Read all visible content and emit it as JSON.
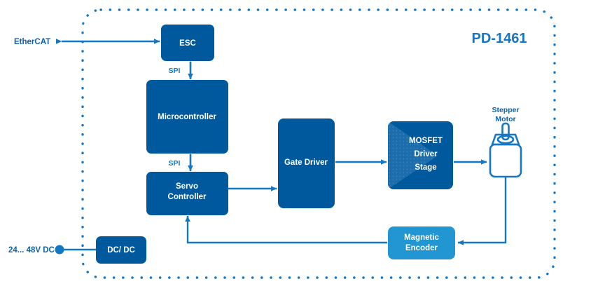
{
  "diagram": {
    "title": "PD-1461",
    "enclosure": {
      "style": "dotted-rounded-border",
      "color": "#1577c6"
    },
    "colors": {
      "block_dark_blue": "#00599c",
      "block_light_blue": "#2196d3",
      "line_blue": "#1477c4",
      "text_blue": "#0f62a8",
      "title_blue": "#1577c6",
      "white": "#ffffff"
    },
    "blocks": [
      {
        "id": "esc",
        "label": "ESC",
        "color": "#00599c"
      },
      {
        "id": "mcu",
        "label": "Microcontroller",
        "color": "#00599c"
      },
      {
        "id": "servo",
        "label_line1": "Servo",
        "label_line2": "Controller",
        "color": "#00599c"
      },
      {
        "id": "gate",
        "label": "Gate Driver",
        "color": "#00599c"
      },
      {
        "id": "mosfet",
        "label_line1": "MOSFET",
        "label_line2": "Driver",
        "label_line3": "Stage",
        "color": "#00599c"
      },
      {
        "id": "encoder",
        "label_line1": "Magnetic",
        "label_line2": "Encoder",
        "color": "#2196d3"
      },
      {
        "id": "dcdc",
        "label": "DC/ DC",
        "color": "#00599c"
      }
    ],
    "external_labels": [
      {
        "id": "ethercat",
        "label": "EtherCAT"
      },
      {
        "id": "power-in",
        "label": "24... 48V DC"
      },
      {
        "id": "stepper-motor",
        "label_line1": "Stepper",
        "label_line2": "Motor"
      }
    ],
    "signal_labels": [
      {
        "id": "spi-esc-mcu",
        "label": "SPI"
      },
      {
        "id": "spi-mcu-servo",
        "label": "SPI"
      }
    ]
  }
}
